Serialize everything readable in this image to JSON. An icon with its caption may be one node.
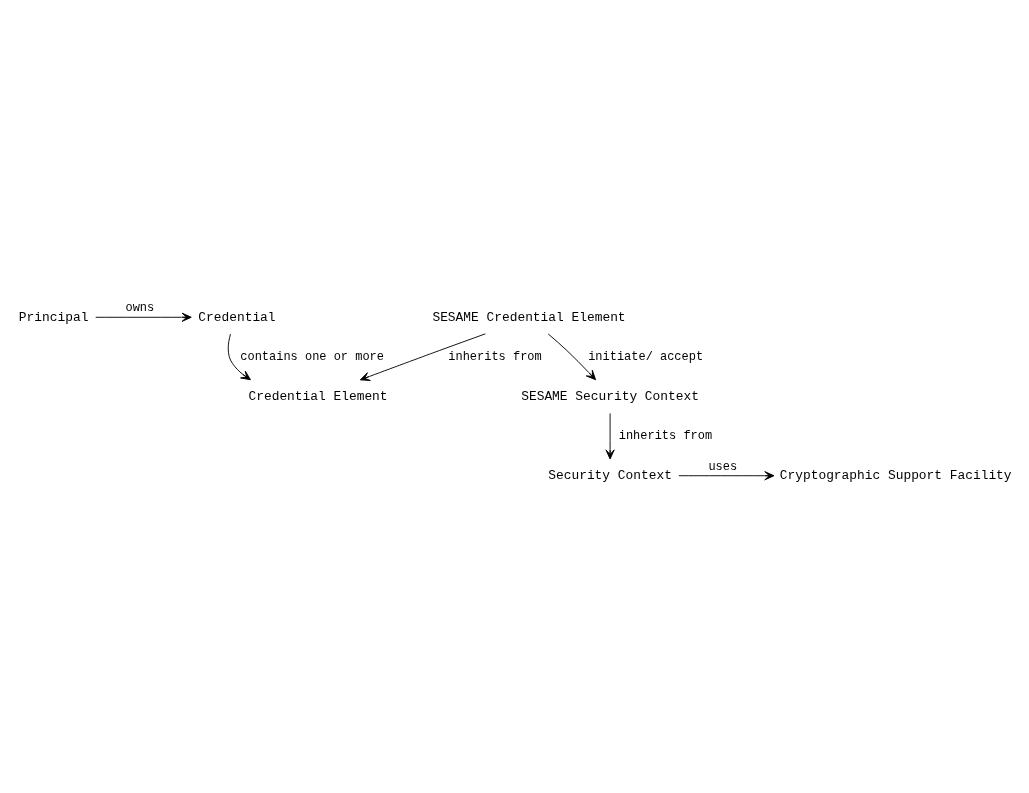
{
  "diagram": {
    "nodes": [
      {
        "text": [
          "Principal"
        ]
      },
      {
        "text": [
          "Credential"
        ]
      },
      {
        "text": [
          "Credential Element"
        ]
      },
      {
        "text": [
          "SESAME Credential Element"
        ]
      },
      {
        "text": [
          "Security Context"
        ]
      },
      {
        "text": [
          "Cryptographic Support Facility"
        ]
      },
      {
        "text": [
          "SESAME Security Context"
        ]
      }
    ],
    "edges": [
      {
        "from": 0,
        "to": 1,
        "arrow": "to",
        "label": "owns"
      },
      {
        "from": 1,
        "to": 2,
        "arrow": "to",
        "label": "contains one or more"
      },
      {
        "from": 3,
        "to": 2,
        "arrow": "to",
        "label": "inherits from"
      },
      {
        "from": 3,
        "to": 6,
        "arrow": "to",
        "label": "initiate/ accept"
      },
      {
        "from": 4,
        "to": 5,
        "arrow": "to",
        "label": "uses"
      },
      {
        "from": 6,
        "to": 4,
        "arrow": "to",
        "label": "inherits from"
      }
    ]
  }
}
